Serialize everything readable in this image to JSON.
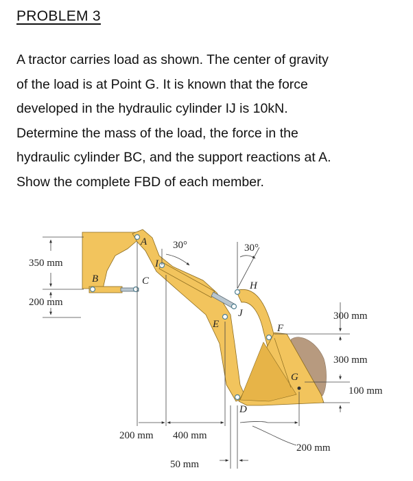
{
  "problem": {
    "title": "PROBLEM 3",
    "lines": [
      "A tractor carries load as shown. The center of gravity",
      "of the load is at Point G. It is known that the force",
      "developed in the hydraulic cylinder IJ is 10kN.",
      "Determine the mass of the load, the force in the",
      "hydraulic cylinder BC, and the support reactions at A.",
      "Show the complete FBD of each member."
    ]
  },
  "figure": {
    "points": {
      "A": "A",
      "B": "B",
      "C": "C",
      "D": "D",
      "E": "E",
      "F": "F",
      "G": "G",
      "H": "H",
      "I": "I",
      "J": "J"
    },
    "angles": {
      "angle_a": "30°",
      "angle_b": "30°"
    },
    "dimensions": {
      "d350": "350 mm",
      "d200_left": "200 mm",
      "d300_top": "300 mm",
      "d300_mid": "300 mm",
      "d100": "100 mm",
      "d200_bottom": "200 mm",
      "d400": "400 mm",
      "d200_base": "200 mm",
      "d50": "50 mm"
    },
    "colors": {
      "member": "#f2c45d",
      "member_edge": "#8a6a1e",
      "load": "#b79a7f",
      "pin": "#8fb5c2"
    }
  }
}
